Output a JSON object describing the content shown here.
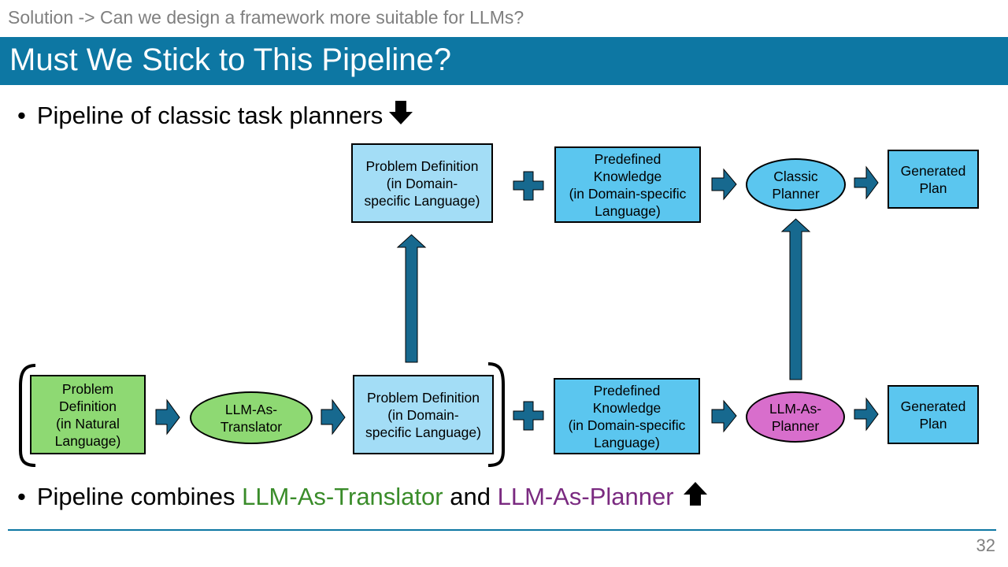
{
  "header": {
    "subtitle": "Solution -> Can we design a framework more suitable for LLMs?",
    "title": "Must We Stick to This Pipeline?"
  },
  "bullets": {
    "top": {
      "marker": "•",
      "text": "Pipeline of classic task planners"
    },
    "bottom": {
      "marker": "•",
      "prefix": "Pipeline combines ",
      "translator": "LLM-As-Translator",
      "middle": " and ",
      "planner": "LLM-As-Planner"
    }
  },
  "top_row": {
    "problem_definition": "Problem Definition\n(in Domain-\nspecific Language)",
    "predefined_knowledge": "Predefined\nKnowledge\n(in Domain-specific\nLanguage)",
    "classic_planner": "Classic\nPlanner",
    "generated_plan": "Generated\nPlan"
  },
  "bottom_row": {
    "problem_definition_natural": "Problem\nDefinition\n(in Natural\nLanguage)",
    "llm_translator": "LLM-As-\nTranslator",
    "problem_definition": "Problem Definition\n(in Domain-\nspecific Language)",
    "predefined_knowledge": "Predefined\nKnowledge\n(in Domain-specific\nLanguage)",
    "llm_planner": "LLM-As-\nPlanner",
    "generated_plan": "Generated\nPlan"
  },
  "colors": {
    "title_bar": "#0d77a3",
    "arrow_fill": "#17698f",
    "light_blue": "#a3ddf6",
    "sky_blue": "#5bc6ef",
    "green": "#8ed973",
    "magenta": "#d86ecc",
    "translator_text": "#3a8c2a",
    "planner_text": "#7a2a80"
  },
  "icons": {
    "down_arrow": "down-arrow-icon",
    "up_arrow": "up-arrow-icon",
    "plus": "plus-icon",
    "right_arrow": "right-arrow-icon"
  },
  "footer": {
    "page_number": "32"
  }
}
